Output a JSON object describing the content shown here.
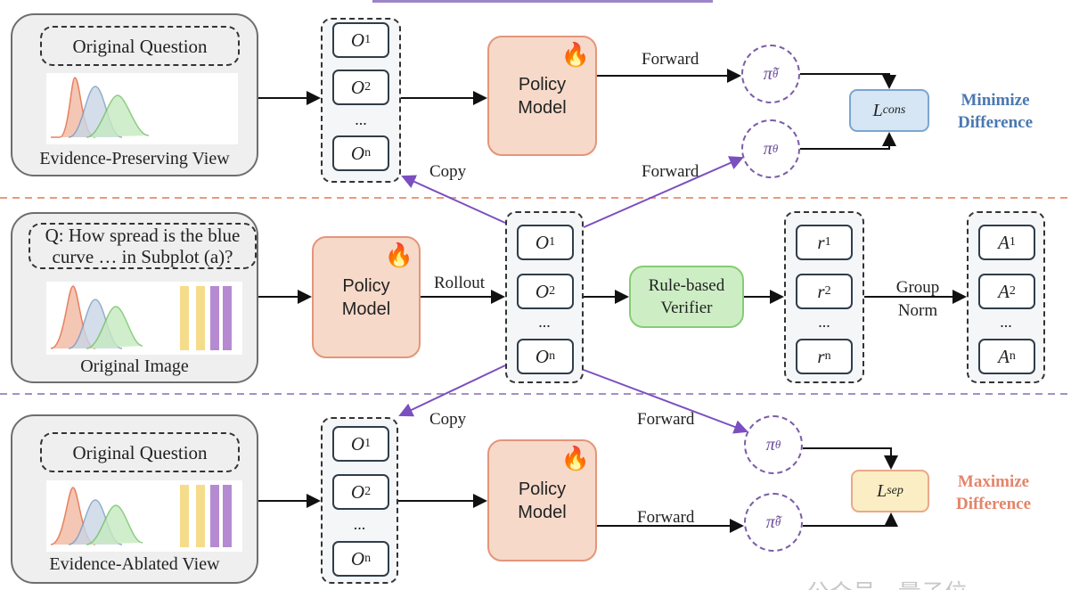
{
  "top": {
    "question": "Original Question",
    "caption": "Evidence-Preserving View",
    "outputs": [
      "O",
      "O",
      "O"
    ],
    "output_subs": [
      "1",
      "2",
      "n"
    ],
    "ellipsis": "...",
    "policy": [
      "Policy",
      "Model"
    ],
    "forward1": "Forward",
    "forward2": "Forward",
    "copy": "Copy",
    "pi_tilde": "π̃",
    "pi": "π",
    "theta": "θ",
    "loss": "L",
    "loss_sub": "cons",
    "note": [
      "Minimize",
      "Difference"
    ]
  },
  "middle": {
    "question": "Q: How spread is the blue curve … in Subplot (a)?",
    "caption": "Original Image",
    "policy": [
      "Policy",
      "Model"
    ],
    "rollout": "Rollout",
    "verifier": [
      "Rule-based",
      "Verifier"
    ],
    "group_norm": [
      "Group",
      "Norm"
    ],
    "r": "r",
    "a": "A",
    "subs": [
      "1",
      "2",
      "n"
    ],
    "ellipsis": "..."
  },
  "bottom": {
    "question": "Original Question",
    "caption": "Evidence-Ablated View",
    "policy": [
      "Policy",
      "Model"
    ],
    "forward1": "Forward",
    "forward2": "Forward",
    "copy": "Copy",
    "loss": "L",
    "loss_sub": "sep",
    "note": [
      "Maximize",
      "Difference"
    ]
  },
  "colors": {
    "minimize": "#4a78b0",
    "maximize": "#e4846a",
    "purple": "#7b5ea7",
    "policy_fill": "#f6d9c9",
    "verifier_fill": "#cdeec4"
  },
  "watermark": "公众号 · 量子位"
}
